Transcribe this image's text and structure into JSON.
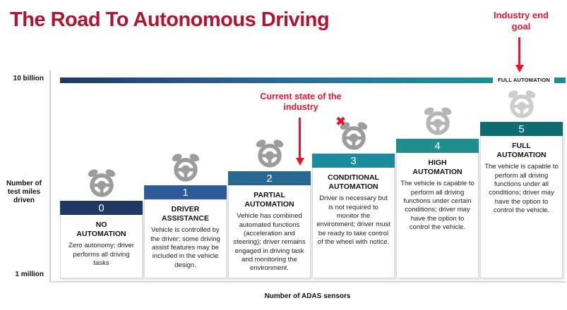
{
  "title": "The Road To Autonomous Driving",
  "colors": {
    "title": "#B01430",
    "accent_red": "#E8152C",
    "gradient_start": "#203A66",
    "gradient_end": "#1E9094"
  },
  "annotations": {
    "industry_end_goal": "Industry end goal",
    "current_state": "Current state of the industry"
  },
  "top_bar": {
    "label": "FULL AUTOMATION"
  },
  "y_axis": {
    "top_label": "10 billion",
    "bottom_label": "1 million",
    "title": "Number of test miles driven"
  },
  "x_axis": {
    "title": "Number of ADAS sensors"
  },
  "icons": {
    "steering_wheel": "steering-wheel",
    "red_x": "✖"
  },
  "levels": [
    {
      "number": "0",
      "name": "NO AUTOMATION",
      "description": "Zero autonomy; driver performs all driving tasks",
      "color": "#1F3864",
      "icon_color": "#9C9C9C"
    },
    {
      "number": "1",
      "name": "DRIVER ASSISTANCE",
      "description": "Vehicle is controlled by the driver; some driving assist features may be included in the vehicle design.",
      "color": "#2E5B9A",
      "icon_color": "#9C9C9C"
    },
    {
      "number": "2",
      "name": "PARTIAL AUTOMATION",
      "description": "Vehicle has combined automated functions (acceleration and steering); driver remains engaged in driving task and monitoring the environment.",
      "color": "#286992",
      "icon_color": "#9C9C9C"
    },
    {
      "number": "3",
      "name": "CONDITIONAL AUTOMATION",
      "description": "Driver is necessary but is not required to monitor the environment; driver must be ready to take control of the wheel with notice.",
      "color": "#1D8A9E",
      "icon_color": "#9C9C9C"
    },
    {
      "number": "4",
      "name": "HIGH AUTOMATION",
      "description": "The vehicle is capable to perform all driving functions under certain conditions; driver may have the option to control the vehicle.",
      "color": "#1F8E8C",
      "icon_color": "#B6B6B6"
    },
    {
      "number": "5",
      "name": "FULL AUTOMATION",
      "description": "The vehicle is capable to perform all driving functions under all conditions; driver may have the option to control the vehicle.",
      "color": "#0F6C72",
      "icon_color": "#CDCDCD"
    }
  ]
}
